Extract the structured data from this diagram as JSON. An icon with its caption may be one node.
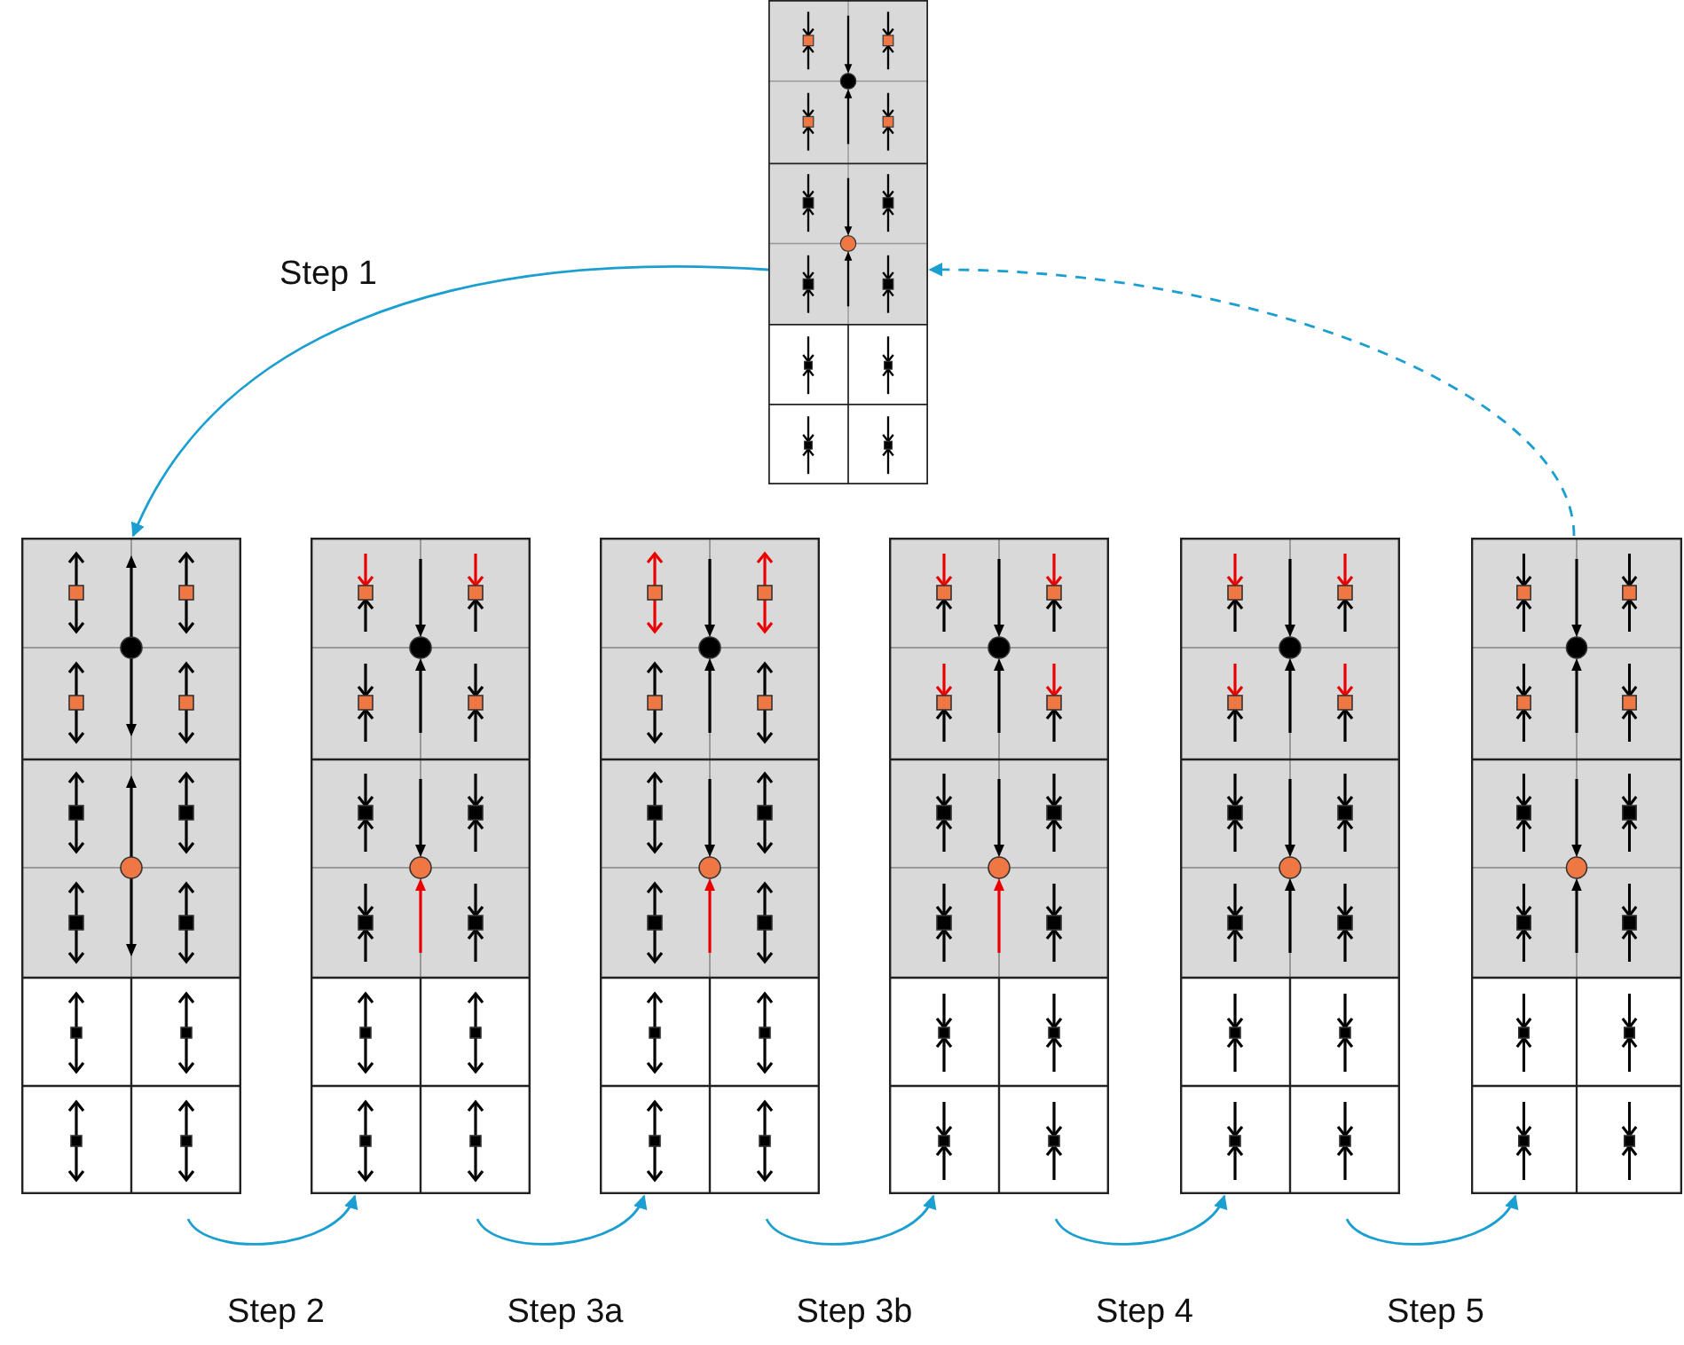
{
  "diagram": {
    "nodes": [
      {
        "text": [],
        "shape": "box"
      },
      {
        "text": [],
        "shape": "box"
      },
      {
        "text": [],
        "shape": "box"
      },
      {
        "text": [],
        "shape": "box"
      },
      {
        "text": [],
        "shape": "box"
      },
      {
        "text": [],
        "shape": "box"
      },
      {
        "text": [],
        "shape": "box"
      }
    ],
    "edges": [
      {
        "from": 0,
        "to": 1,
        "arrow": "to",
        "label": "Step 1"
      },
      {
        "from": 1,
        "to": 2,
        "arrow": "to",
        "label": "Step 2"
      },
      {
        "from": 2,
        "to": 3,
        "arrow": "to",
        "label": "Step 3a"
      },
      {
        "from": 3,
        "to": 4,
        "arrow": "to",
        "label": "Step 3b"
      },
      {
        "from": 4,
        "to": 5,
        "arrow": "to",
        "label": "Step 4"
      },
      {
        "from": 5,
        "to": 6,
        "arrow": "to",
        "label": "Step 5"
      },
      {
        "from": 6,
        "to": 0,
        "arrow": "to",
        "style": "dashed"
      }
    ]
  }
}
